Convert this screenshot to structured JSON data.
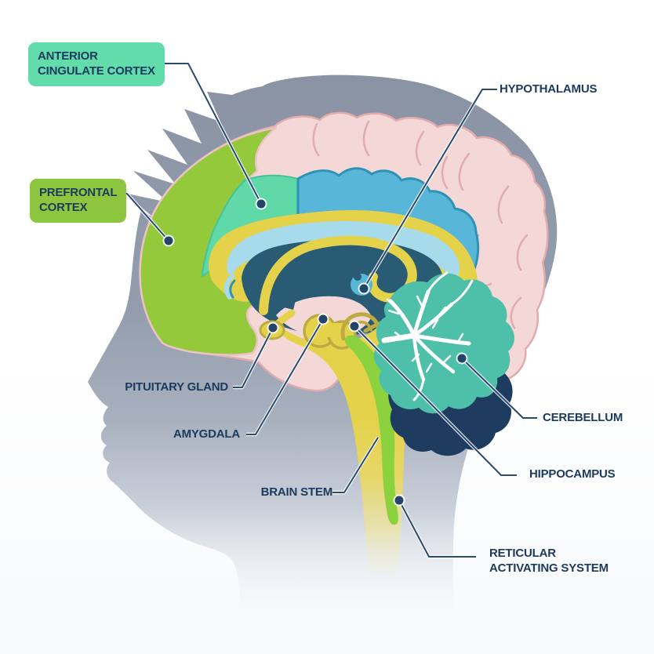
{
  "diagram": {
    "subject": "brain-anatomy-side-view",
    "labels": {
      "anterior_cingulate_cortex": {
        "text": "ANTERIOR\nCINGULATE CORTEX",
        "boxed": true
      },
      "prefrontal_cortex": {
        "text": "PREFRONTAL\nCORTEX",
        "boxed": true
      },
      "hypothalamus": {
        "text": "HYPOTHALAMUS",
        "boxed": false
      },
      "pituitary_gland": {
        "text": "PITUITARY GLAND",
        "boxed": false
      },
      "amygdala": {
        "text": "AMYGDALA",
        "boxed": false
      },
      "brain_stem": {
        "text": "BRAIN STEM",
        "boxed": false
      },
      "cerebellum": {
        "text": "CEREBELLUM",
        "boxed": false
      },
      "hippocampus": {
        "text": "HIPPOCAMPUS",
        "boxed": false
      },
      "reticular_activating_system": {
        "text": "RETICULAR\nACTIVATING SYSTEM",
        "boxed": false
      }
    },
    "colors": {
      "label_text": "#1B3A5E",
      "leader_line": "#2A4A70",
      "acc_box_bg": "#63DCAB",
      "pfc_box_bg": "#8CC63F",
      "head_gray": "#8A93A4",
      "cortex_pink": "#F3D8D7",
      "cortex_outline_pink": "#E2ACAE",
      "prefrontal_green": "#94C93C",
      "acc_mint": "#61D8A8",
      "cingulate_blue": "#58B6D8",
      "inner_light_blue": "#A7DAEB",
      "deep_navy": "#2A5B74",
      "occipital_navy": "#1E3C5F",
      "limbic_yellow": "#E5D24B",
      "olive_shadow": "#BCAB3F",
      "cerebellum_teal": "#4EBFA8",
      "ras_green": "#8BD23E",
      "arbor_vitae": "#FFFFFF"
    }
  }
}
